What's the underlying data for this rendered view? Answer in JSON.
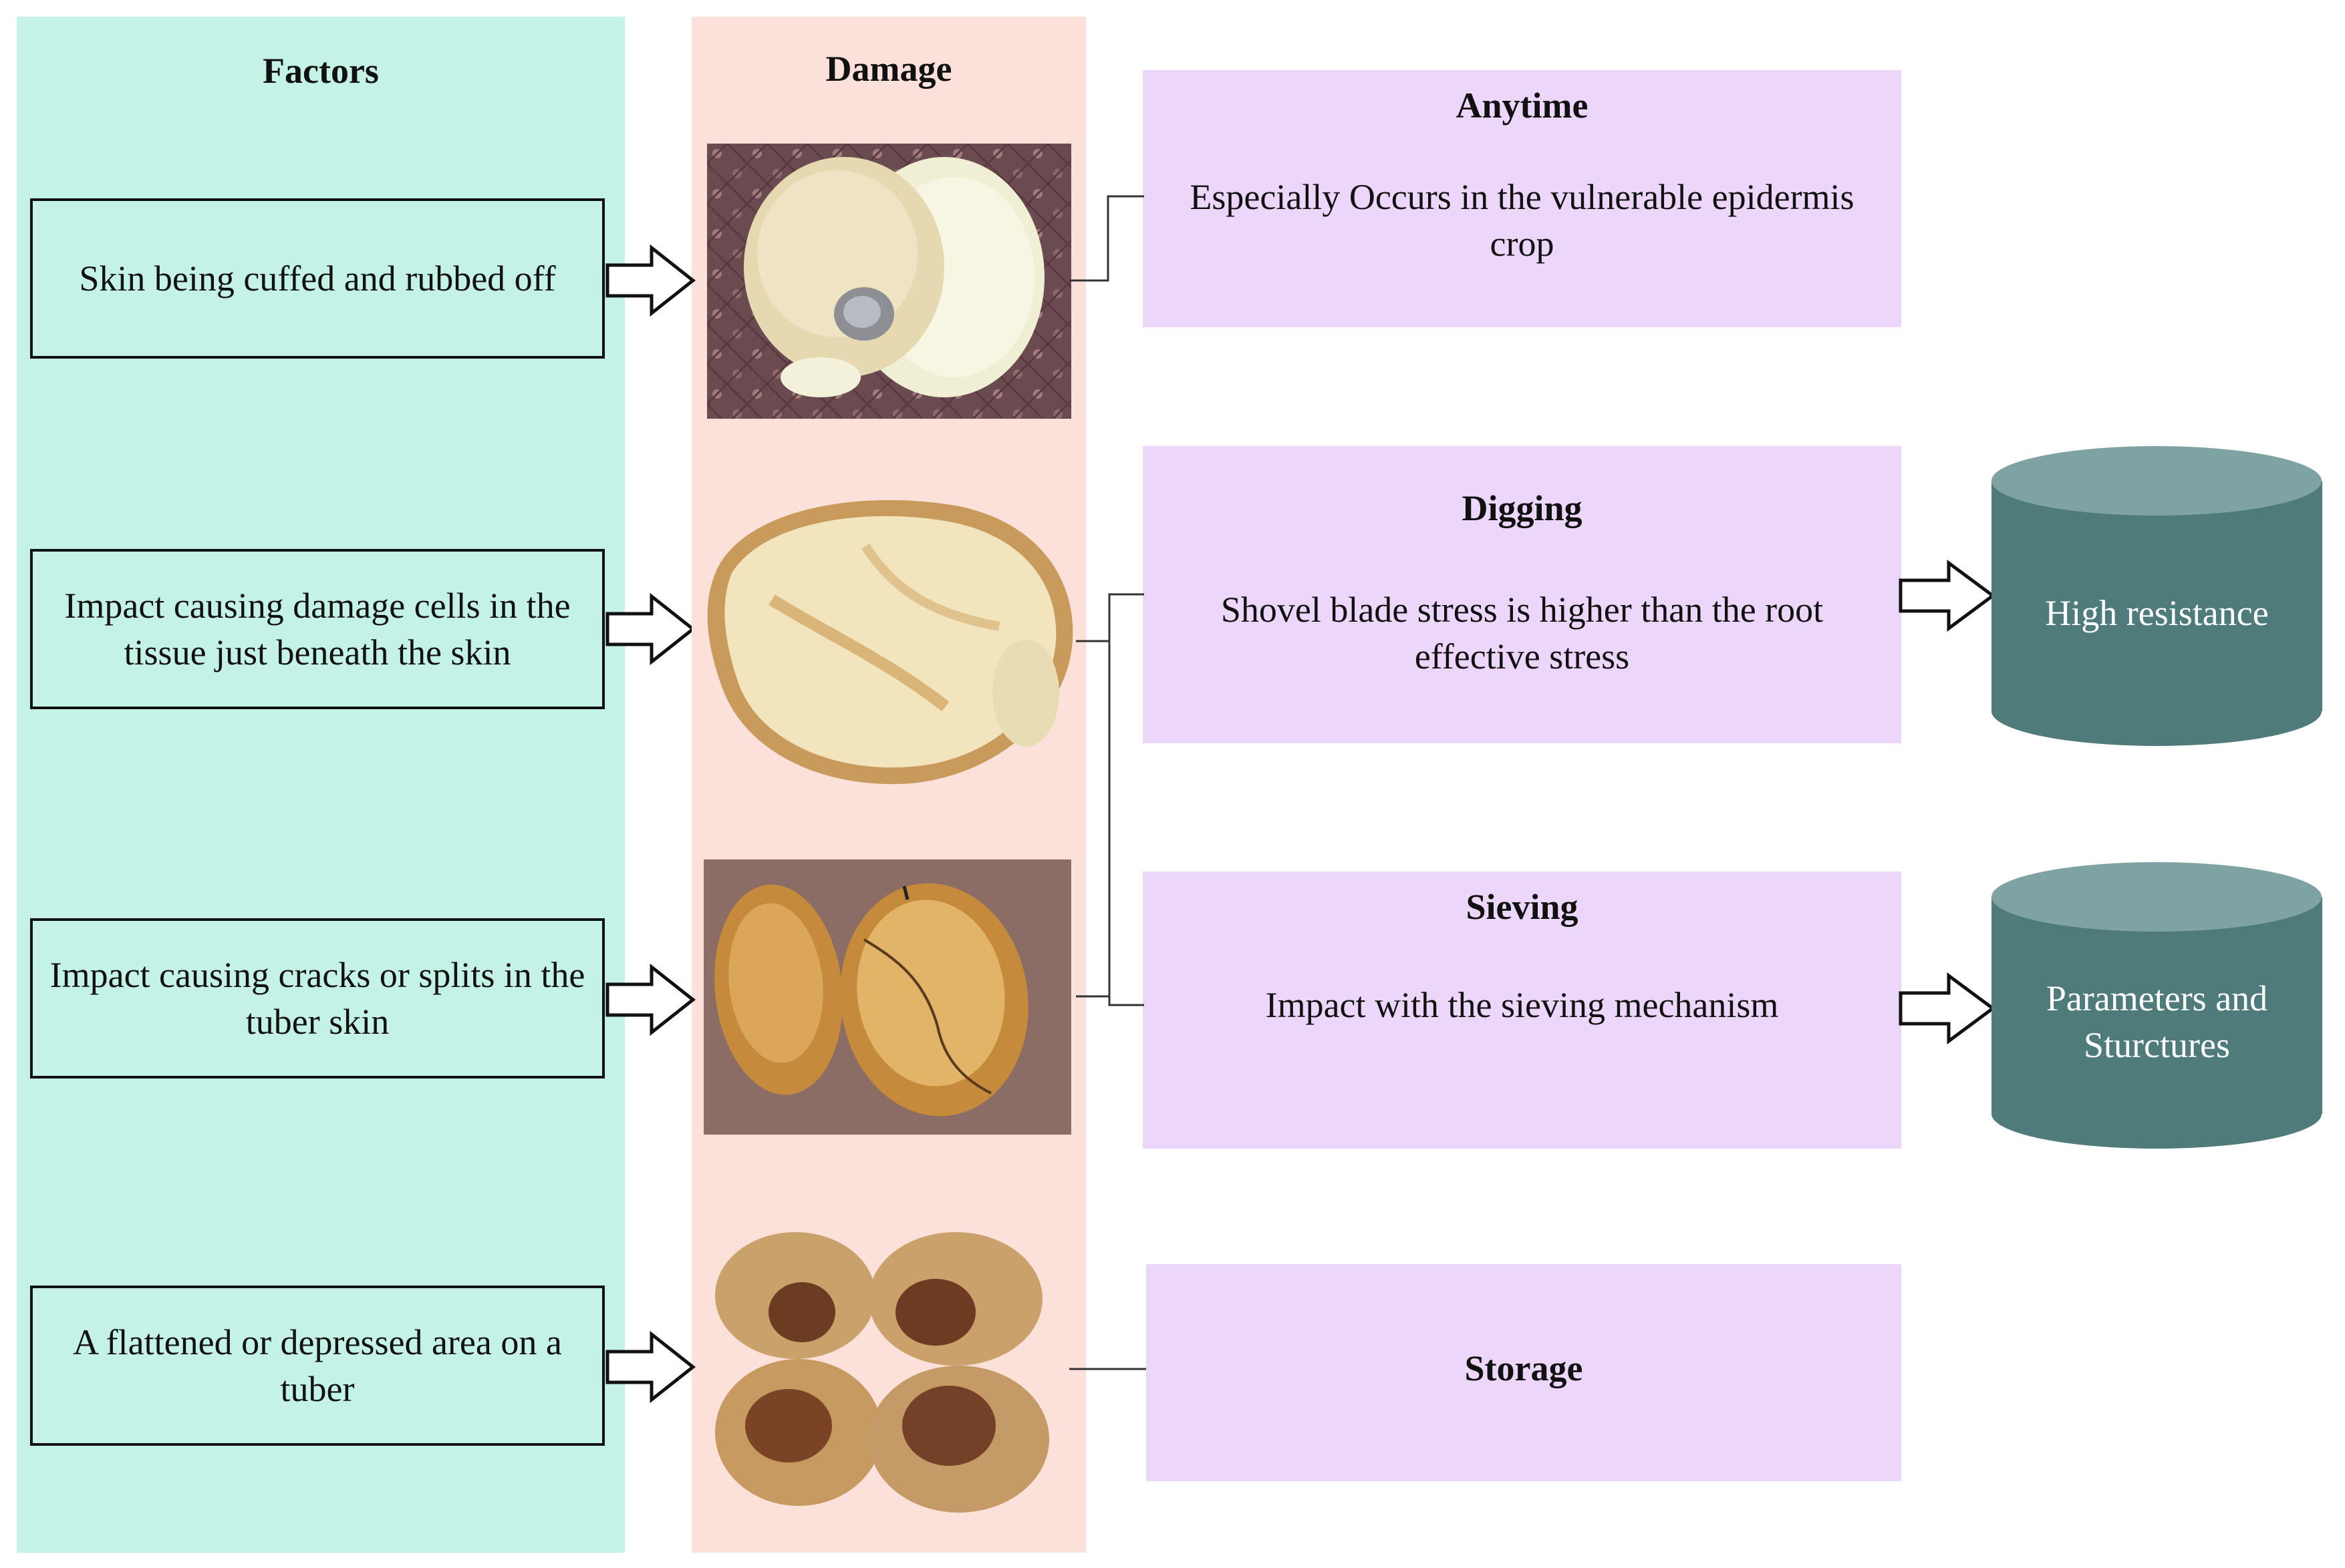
{
  "columns": {
    "factors_title": "Factors",
    "damage_title": "Damage"
  },
  "factors": [
    "Skin being cuffed and rubbed off",
    "Impact causing damage cells in the tissue just beneath the skin",
    "Impact causing cracks or splits in the tuber skin",
    "A flattened or depressed area on a tuber"
  ],
  "stages": {
    "anytime": {
      "title": "Anytime",
      "desc": "Especially Occurs in the vulnerable epidermis crop"
    },
    "digging": {
      "title": "Digging",
      "desc": "Shovel blade stress is higher than the root effective stress"
    },
    "sieving": {
      "title": "Sieving",
      "desc": "Impact with the sieving mechanism"
    },
    "storage": {
      "title": "Storage"
    }
  },
  "outcomes": {
    "digging": "High resistance",
    "sieving": "Parameters and Sturctures"
  },
  "colors": {
    "factors_bg": "#c5f2e6",
    "damage_bg": "#fbe1d9",
    "stage_bg": "#ecd7fb",
    "cylinder_body": "#4f7b7a",
    "cylinder_top": "#7fa3a2"
  }
}
